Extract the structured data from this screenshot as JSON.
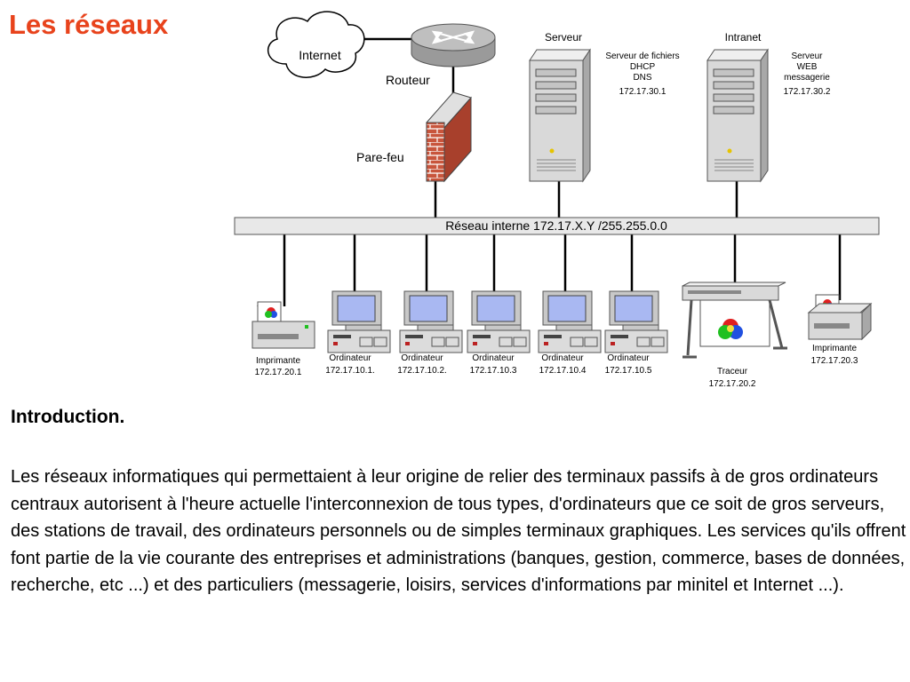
{
  "title": "Les réseaux",
  "diagram": {
    "internet_label": "Internet",
    "router_label": "Routeur",
    "firewall_label": "Pare-feu",
    "server": {
      "title": "Serveur",
      "info": [
        "Serveur  de fichiers",
        "DHCP",
        "DNS",
        "172.17.30.1"
      ]
    },
    "intranet": {
      "title": "Intranet",
      "info": [
        "Serveur",
        "WEB",
        "messagerie",
        "172.17.30.2"
      ]
    },
    "network_bus_label": "Réseau interne 172.17.X.Y /255.255.0.0",
    "printer1": {
      "name": "Imprimante",
      "ip": "172.17.20.1"
    },
    "computers": [
      {
        "name": "Ordinateur",
        "ip": "172.17.10.1."
      },
      {
        "name": "Ordinateur",
        "ip": "172.17.10.2."
      },
      {
        "name": "Ordinateur",
        "ip": "172.17.10.3"
      },
      {
        "name": "Ordinateur",
        "ip": "172.17.10.4"
      },
      {
        "name": "Ordinateur",
        "ip": "172.17.10.5"
      }
    ],
    "plotter": {
      "name": "Traceur",
      "ip": "172.17.20.2"
    },
    "printer2": {
      "name": "Imprimante",
      "ip": "172.17.20.3"
    }
  },
  "intro": {
    "heading": "Introduction.",
    "body": "Les réseaux informatiques qui permettaient à leur origine de relier des terminaux passifs à de gros ordinateurs centraux autorisent à l'heure actuelle l'interconnexion de tous types, d'ordinateurs que ce soit de gros serveurs, des stations de travail, des ordinateurs personnels ou de simples terminaux graphiques. Les services qu'ils offrent font partie de la vie courante des entreprises et administrations (banques, gestion, commerce, bases de données, recherche, etc ...) et des particuliers (messagerie, loisirs, services d'informations par minitel et Internet ...)."
  },
  "colors": {
    "title": "#e8431c",
    "brick": "#c8553c",
    "screen": "#a9b8f2",
    "tower": "#d9d9d9",
    "bus_fill": "#e8e8e8"
  }
}
